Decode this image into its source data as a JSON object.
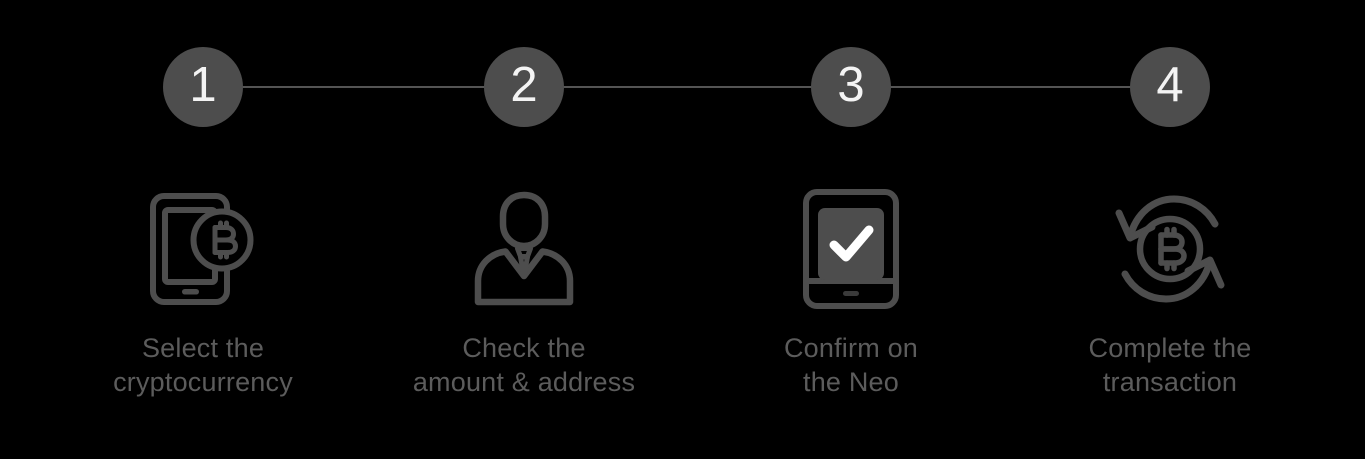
{
  "theme": {
    "background": "#000000",
    "badge_fill": "#4d4d4d",
    "badge_text": "#f4f4f4",
    "rail_color": "#545454",
    "icon_stroke": "#4d4d4d",
    "caption_color": "#5c5c5c",
    "check_color": "#ffffff"
  },
  "steps": [
    {
      "number": "1",
      "icon": "smartphone-bitcoin-icon",
      "caption": "Select the\ncryptocurrency"
    },
    {
      "number": "2",
      "icon": "person-suit-icon",
      "caption": "Check the\namount & address"
    },
    {
      "number": "3",
      "icon": "device-checkmark-icon",
      "caption": "Confirm on\nthe Neo"
    },
    {
      "number": "4",
      "icon": "bitcoin-refresh-arrows-icon",
      "caption": "Complete the\ntransaction"
    }
  ]
}
